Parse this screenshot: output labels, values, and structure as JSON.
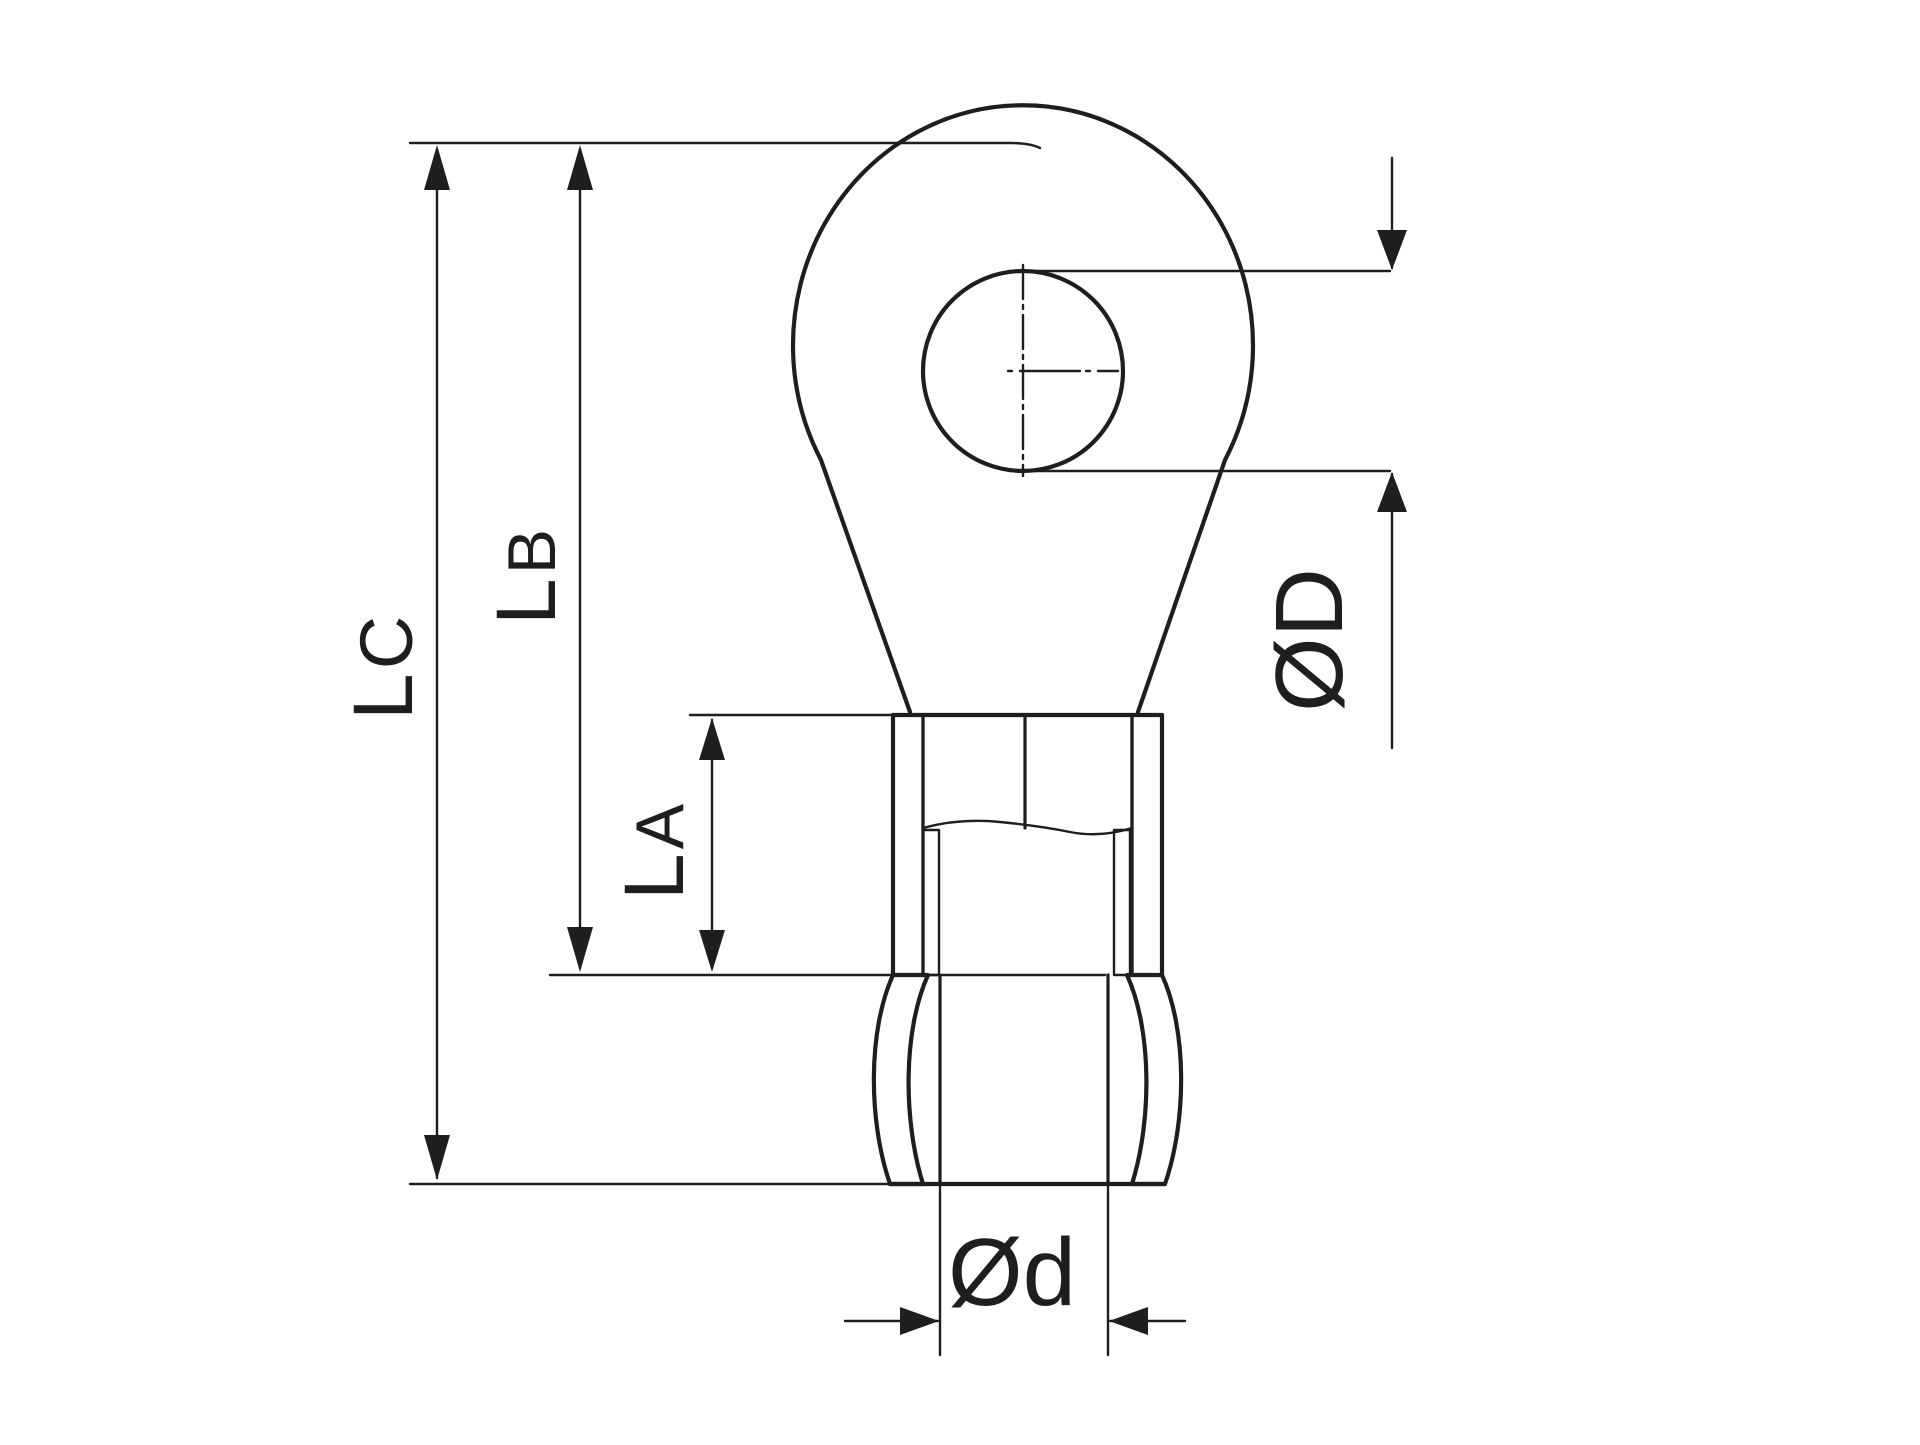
{
  "diagram": {
    "labels": {
      "lc_main": "L",
      "lc_sub": "C",
      "lb_main": "L",
      "lb_sub": "B",
      "la_main": "L",
      "la_sub": "A",
      "hole_diameter": "ØD",
      "barrel_diameter": "Ød"
    },
    "colors": {
      "line": "#1e1e1e",
      "background": "#ffffff"
    }
  }
}
